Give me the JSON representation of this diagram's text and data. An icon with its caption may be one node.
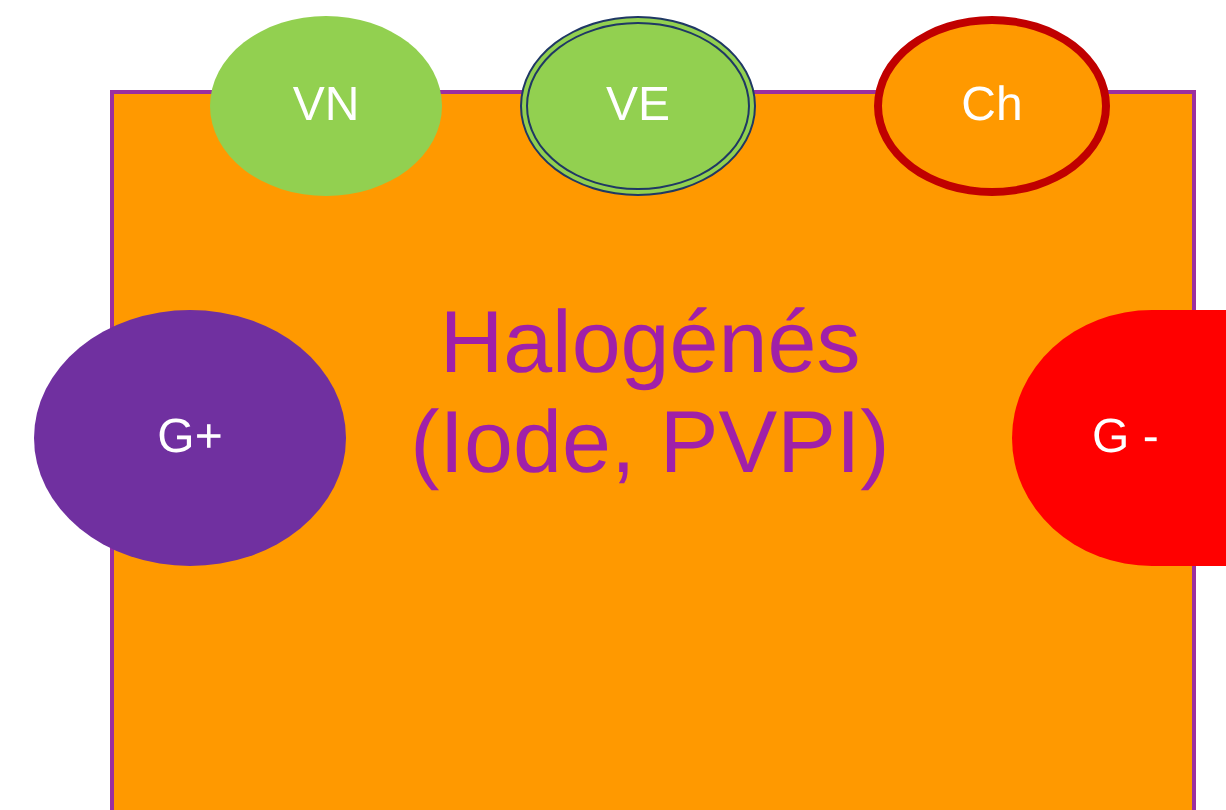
{
  "diagram": {
    "nodes": [
      {
        "text": [
          "Halogénés (Iode, PVPI)"
        ]
      },
      {
        "text": [
          "VN"
        ]
      },
      {
        "text": [
          "VE"
        ]
      },
      {
        "text": [
          "Ch"
        ]
      },
      {
        "text": [
          "G+"
        ]
      },
      {
        "text": [
          "G -"
        ]
      }
    ]
  }
}
